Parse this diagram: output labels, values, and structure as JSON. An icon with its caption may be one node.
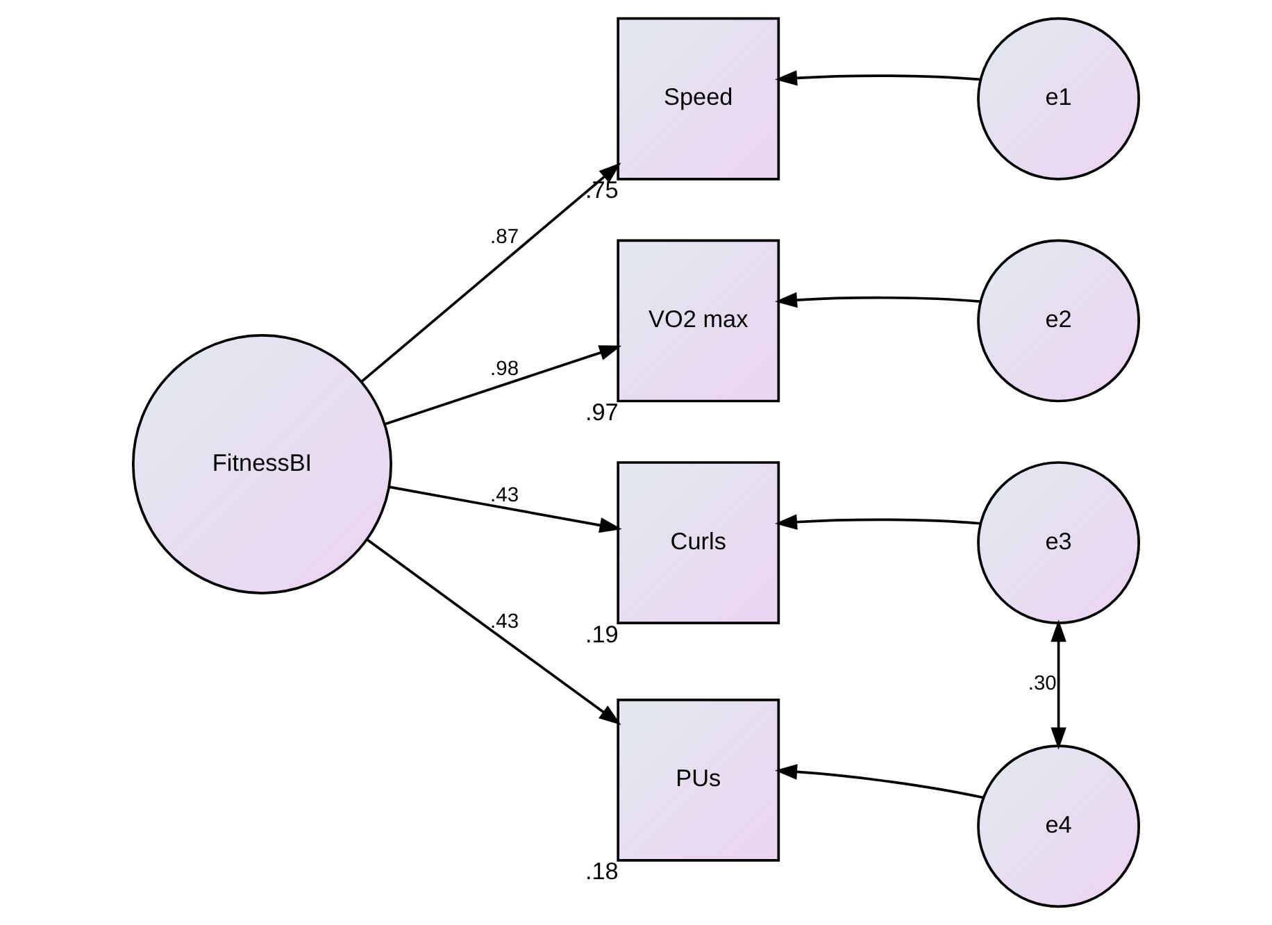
{
  "diagram": {
    "nodes": [
      {
        "text": [
          "FitnessBI"
        ]
      },
      {
        "text": [
          "Speed"
        ],
        "beside": [
          ".75"
        ]
      },
      {
        "text": [
          "e1"
        ]
      },
      {
        "text": [
          "VO2 max"
        ],
        "beside": [
          ".97"
        ]
      },
      {
        "text": [
          "e2"
        ]
      },
      {
        "text": [
          "Curls"
        ],
        "beside": [
          ".19"
        ]
      },
      {
        "text": [
          "e3"
        ]
      },
      {
        "text": [
          "PUs"
        ],
        "beside": [
          ".18"
        ]
      },
      {
        "text": [
          "e4"
        ]
      }
    ],
    "edges": [
      {
        "from": 0,
        "to": 1,
        "arrow": "to",
        "label": ".87"
      },
      {
        "from": 0,
        "to": 3,
        "arrow": "to",
        "label": ".98"
      },
      {
        "from": 0,
        "to": 5,
        "arrow": "to",
        "label": ".43"
      },
      {
        "from": 0,
        "to": 7,
        "arrow": "to",
        "label": ".43"
      },
      {
        "from": 2,
        "to": 1,
        "arrow": "to"
      },
      {
        "from": 4,
        "to": 3,
        "arrow": "to"
      },
      {
        "from": 6,
        "to": 5,
        "arrow": "to"
      },
      {
        "from": 8,
        "to": 7,
        "arrow": "to"
      },
      {
        "from": 6,
        "to": 8,
        "arrow": "both",
        "label": ".30"
      }
    ]
  }
}
